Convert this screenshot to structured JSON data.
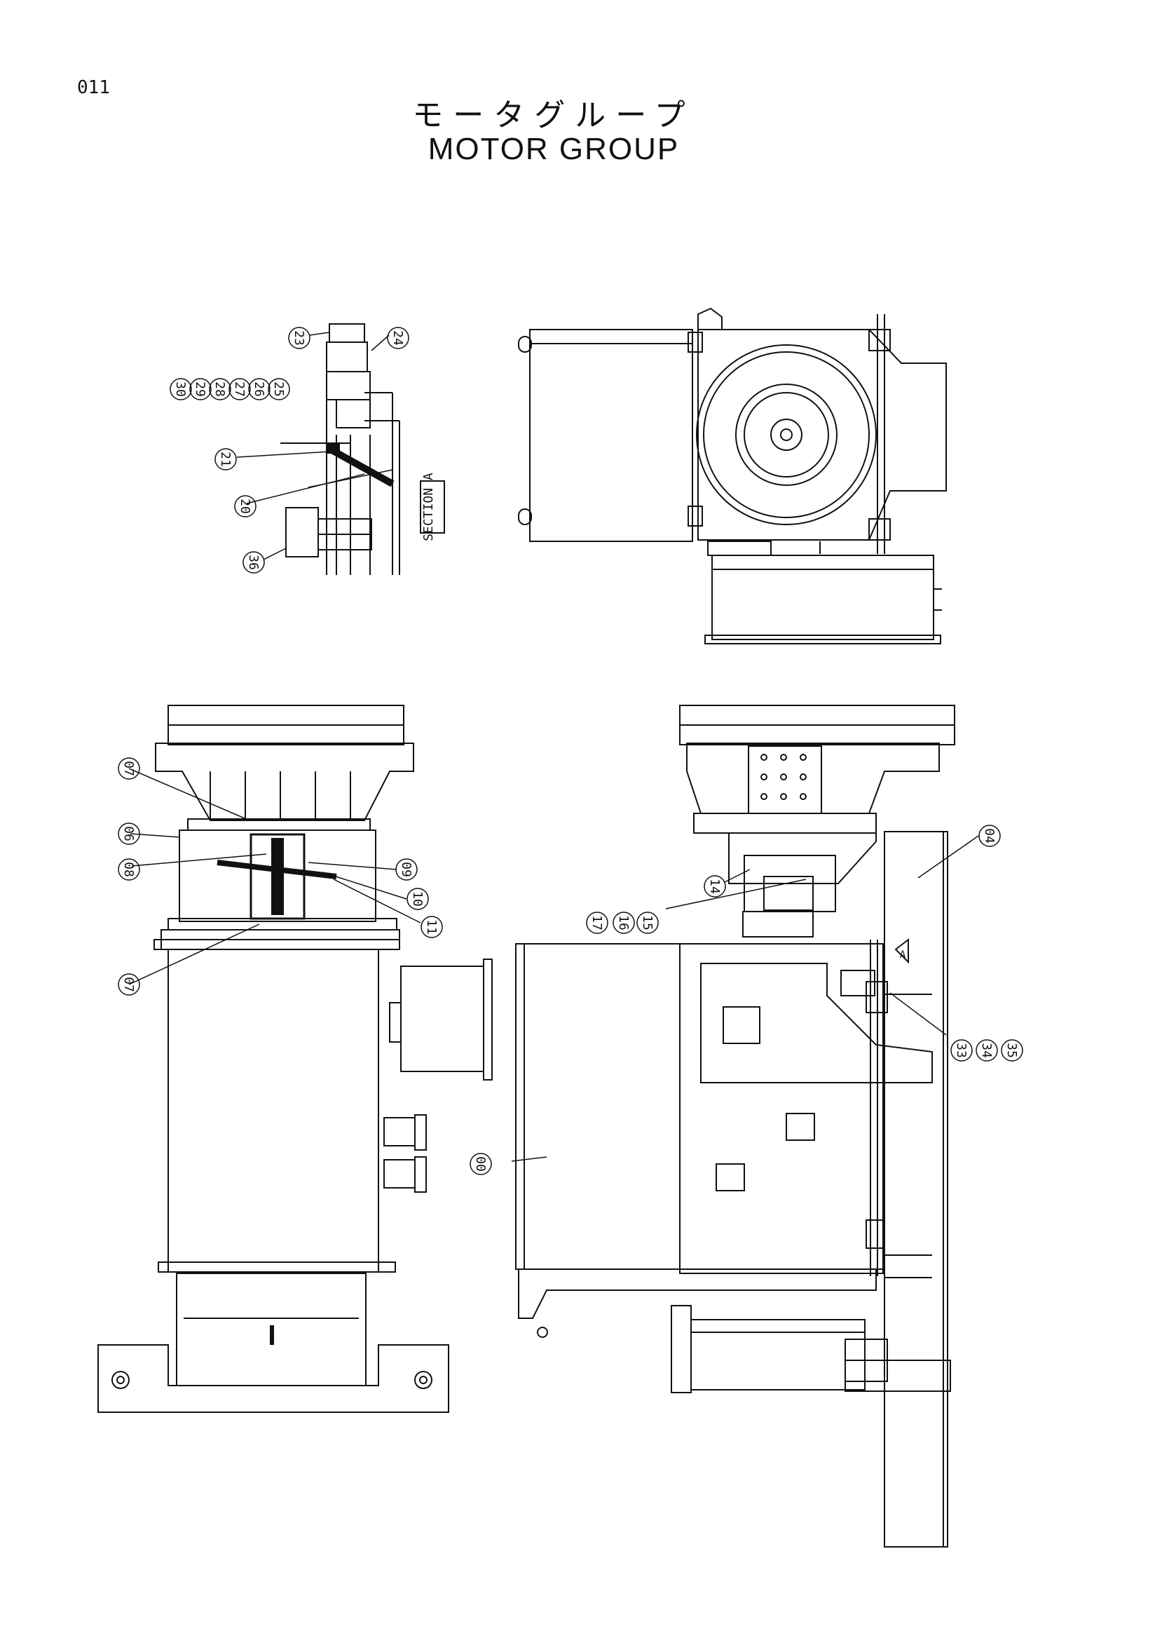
{
  "page_number": "011",
  "title_japanese": "モータグループ",
  "title_english": "MOTOR GROUP",
  "section_label": "SECTION A",
  "arrow_label": "A",
  "callouts": [
    "23",
    "24",
    "30",
    "29",
    "28",
    "27",
    "26",
    "25",
    "21",
    "20",
    "36",
    "07",
    "06",
    "08",
    "09",
    "10",
    "11",
    "07",
    "14",
    "17",
    "16",
    "15",
    "04",
    "33",
    "34",
    "35",
    "00"
  ]
}
